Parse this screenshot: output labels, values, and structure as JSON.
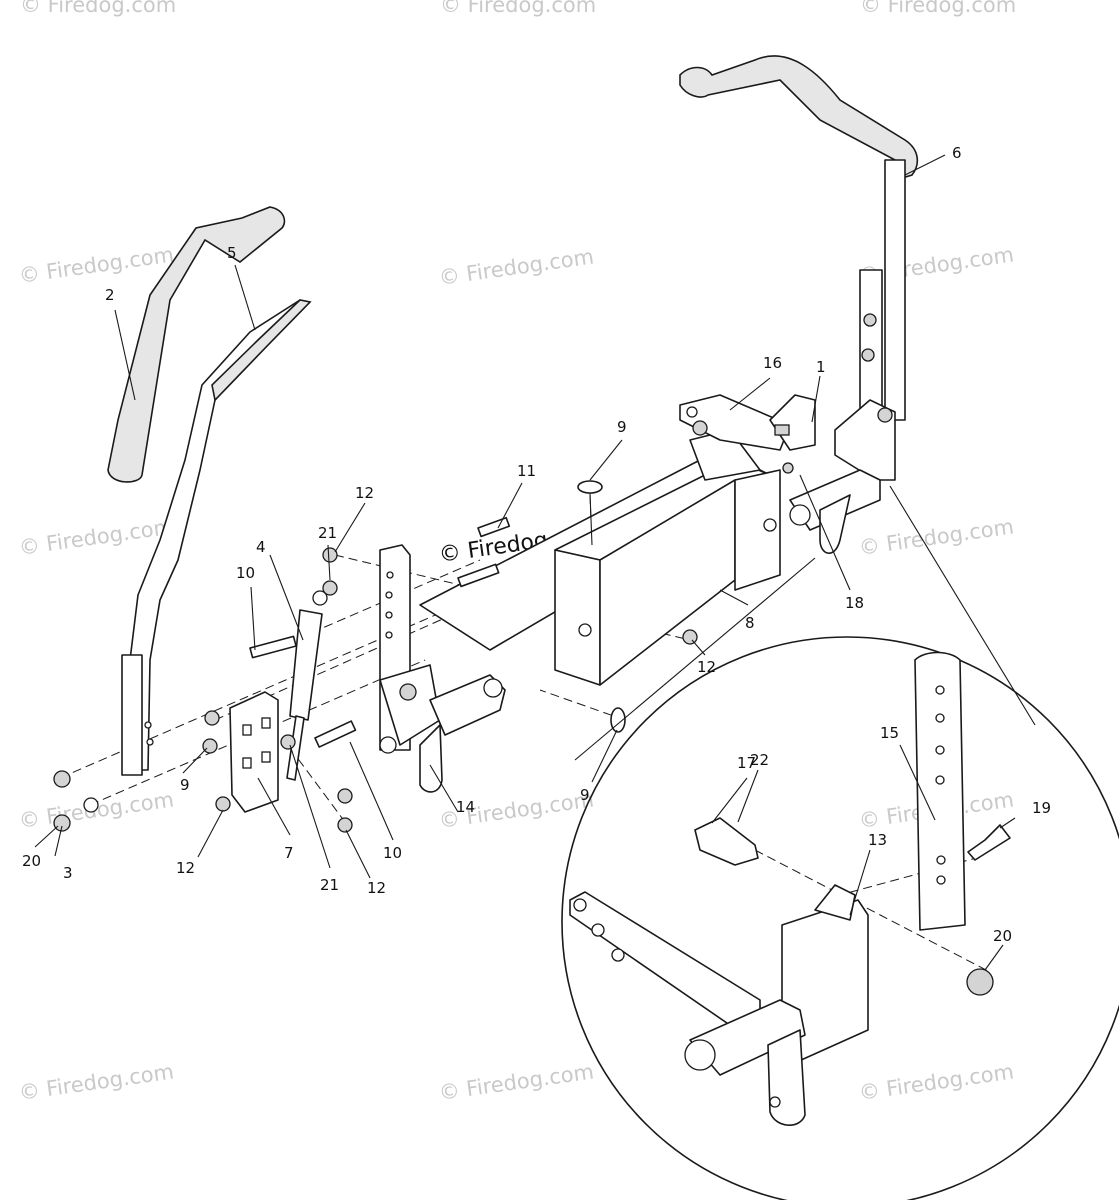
{
  "watermark": "© Firedog.com",
  "callouts": {
    "c1": "1",
    "c2": "2",
    "c3": "3",
    "c4": "4",
    "c5": "5",
    "c6": "6",
    "c7": "7",
    "c8": "8",
    "c9a": "9",
    "c9b": "9",
    "c9c": "9",
    "c10a": "10",
    "c10b": "10",
    "c11": "11",
    "c12a": "12",
    "c12b": "12",
    "c12c": "12",
    "c12d": "12",
    "c13": "13",
    "c14": "14",
    "c15": "15",
    "c16": "16",
    "c17": "17",
    "c18": "18",
    "c19": "19",
    "c20a": "20",
    "c20b": "20",
    "c21a": "21",
    "c21b": "21",
    "c22": "22"
  }
}
